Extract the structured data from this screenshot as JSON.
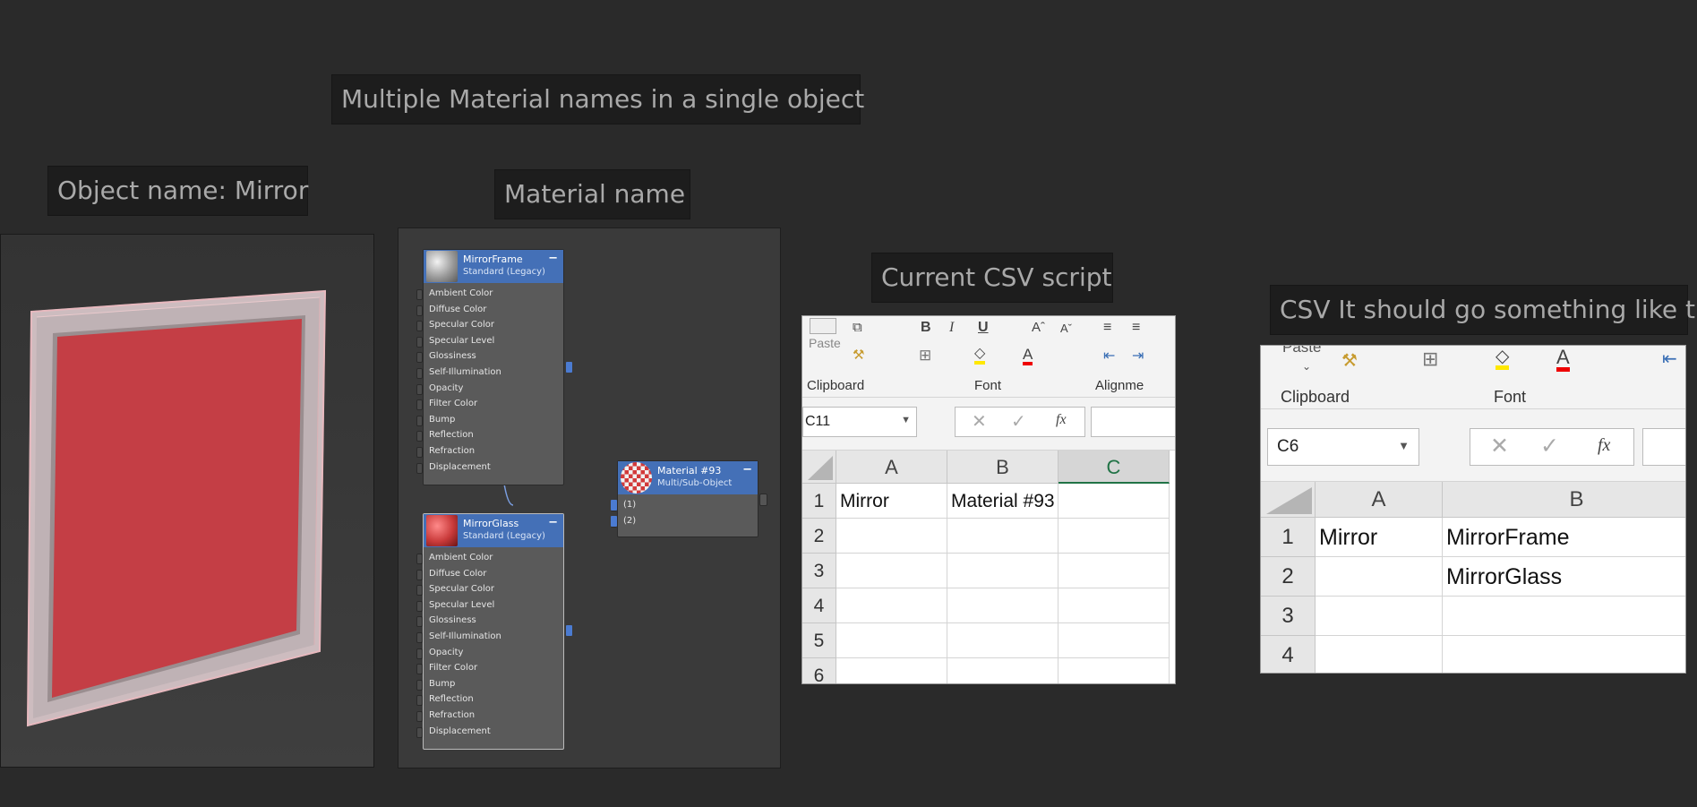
{
  "captions": {
    "multiple": "Multiple Material names in a single object",
    "object_name": "Object name: Mirror",
    "material_name": "Material name",
    "current_csv": "Current CSV script",
    "should_go": "CSV It should go something like this"
  },
  "colors": {
    "background": "#2a2a2a",
    "node_header": "#4470b7",
    "mirror_red": "#c43e45"
  },
  "nodes": {
    "frame": {
      "title": "MirrorFrame",
      "subtitle": "Standard (Legacy)",
      "minimize": "−",
      "slots": [
        "Ambient Color",
        "Diffuse Color",
        "Specular Color",
        "Specular Level",
        "Glossiness",
        "Self-Illumination",
        "Opacity",
        "Filter Color",
        "Bump",
        "Reflection",
        "Refraction",
        "Displacement"
      ]
    },
    "glass": {
      "title": "MirrorGlass",
      "subtitle": "Standard (Legacy)",
      "minimize": "−",
      "slots": [
        "Ambient Color",
        "Diffuse Color",
        "Specular Color",
        "Specular Level",
        "Glossiness",
        "Self-Illumination",
        "Opacity",
        "Filter Color",
        "Bump",
        "Reflection",
        "Refraction",
        "Displacement"
      ]
    },
    "multi": {
      "title": "Material #93",
      "subtitle": "Multi/Sub-Object",
      "minimize": "−",
      "slots": [
        "(1)",
        "(2)"
      ]
    }
  },
  "excel_current": {
    "ribbon": {
      "paste": "Paste",
      "bold": "B",
      "italic": "I",
      "underline": "U",
      "grow_font": "Aˆ",
      "shrink_font": "Aˇ",
      "font_color": "A",
      "clipboard": "Clipboard",
      "font": "Font",
      "alignment": "Alignme"
    },
    "name_box": "C11",
    "fx": "fx",
    "columns": [
      "A",
      "B",
      "C"
    ],
    "rows": [
      "1",
      "2",
      "3",
      "4",
      "5",
      "6"
    ],
    "cells": [
      [
        "Mirror",
        "Material #93",
        ""
      ],
      [
        "",
        "",
        ""
      ],
      [
        "",
        "",
        ""
      ],
      [
        "",
        "",
        ""
      ],
      [
        "",
        "",
        ""
      ],
      [
        "",
        "",
        ""
      ]
    ]
  },
  "excel_target": {
    "ribbon": {
      "paste": "Paste",
      "font_color": "A",
      "clipboard": "Clipboard",
      "font": "Font"
    },
    "name_box": "C6",
    "fx": "fx",
    "columns": [
      "A",
      "B"
    ],
    "rows": [
      "1",
      "2",
      "3",
      "4"
    ],
    "cells": [
      [
        "Mirror",
        "MirrorFrame"
      ],
      [
        "",
        "MirrorGlass"
      ],
      [
        "",
        ""
      ],
      [
        "",
        ""
      ]
    ]
  }
}
